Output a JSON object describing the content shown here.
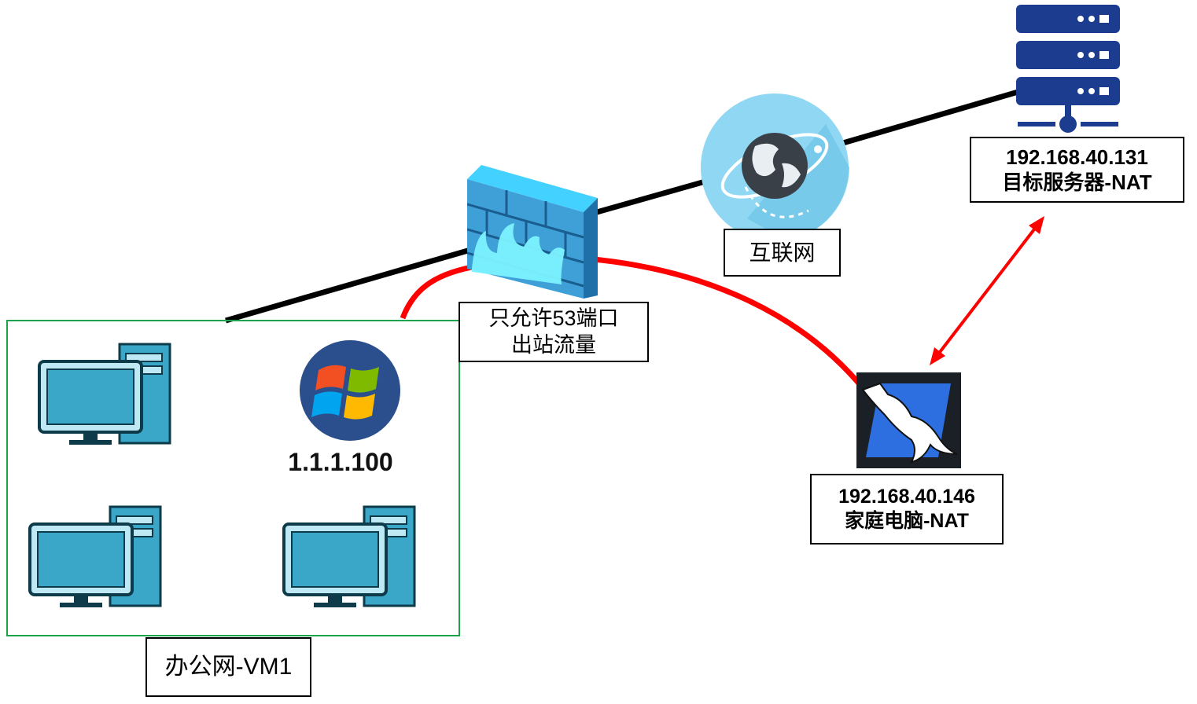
{
  "colors": {
    "wire": "#000000",
    "tunnel": "#ff0000",
    "zone_border": "#1aa34a",
    "server_blue": "#1c3d8f",
    "pc_teal": "#3aa7c9",
    "firewall_blue": "#3fa0d8",
    "kali_blue": "#2d6fe0"
  },
  "icons": {
    "server": "server-rack-icon",
    "internet": "globe-icon",
    "firewall": "firewall-icon",
    "windows": "windows-logo-icon",
    "attacker": "kali-dragon-icon",
    "pc": "desktop-computer-icon"
  },
  "nodes": {
    "server": {
      "line1": "192.168.40.131",
      "line2": "目标服务器-NAT"
    },
    "internet": {
      "label": "互联网"
    },
    "firewall": {
      "line1": "只允许53端口",
      "line2": "出站流量"
    },
    "home_pc": {
      "line1": "192.168.40.146",
      "line2": "家庭电脑-NAT"
    },
    "office": {
      "label": "办公网-VM1",
      "victim_ip": "1.1.1.100"
    }
  }
}
